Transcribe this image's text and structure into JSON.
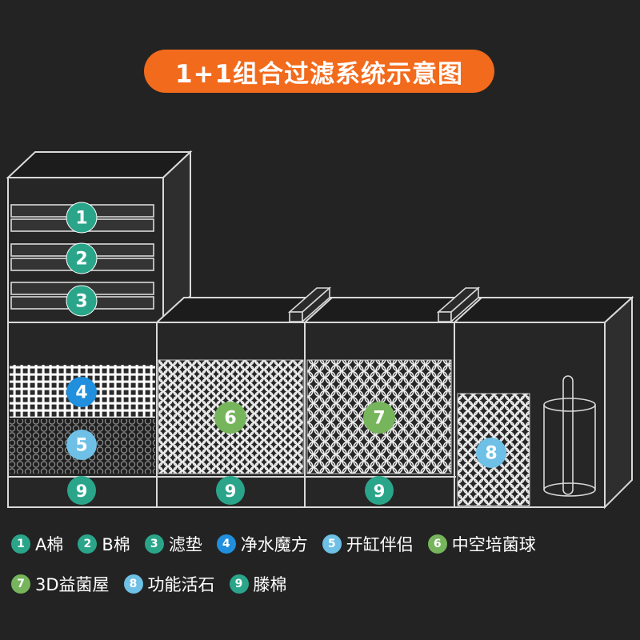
{
  "title": "1+1组合过滤系统示意图",
  "colors": {
    "background": "#232323",
    "title_bg": "#f26a1b",
    "teal": "#2aa58a",
    "blue": "#1f8fde",
    "light_blue": "#6ec0e6",
    "green": "#76b55b",
    "line": "#d9d9d9"
  },
  "badges": {
    "tray_1": "1",
    "tray_2": "2",
    "tray_3": "3",
    "media_4": "4",
    "media_5": "5",
    "media_6": "6",
    "media_7": "7",
    "media_8": "8",
    "bottom_9a": "9",
    "bottom_9b": "9",
    "bottom_9c": "9"
  },
  "legend": [
    {
      "number": "1",
      "label": "A棉",
      "color": "#2aa58a"
    },
    {
      "number": "2",
      "label": "B棉",
      "color": "#2aa58a"
    },
    {
      "number": "3",
      "label": "滤垫",
      "color": "#2aa58a"
    },
    {
      "number": "4",
      "label": "净水魔方",
      "color": "#1f8fde"
    },
    {
      "number": "5",
      "label": "开缸伴侣",
      "color": "#6ec0e6"
    },
    {
      "number": "6",
      "label": "中空培菌球",
      "color": "#76b55b"
    },
    {
      "number": "7",
      "label": "3D益菌屋",
      "color": "#76b55b"
    },
    {
      "number": "8",
      "label": "功能活石",
      "color": "#6ec0e6"
    },
    {
      "number": "9",
      "label": "滕棉",
      "color": "#2aa58a"
    }
  ]
}
